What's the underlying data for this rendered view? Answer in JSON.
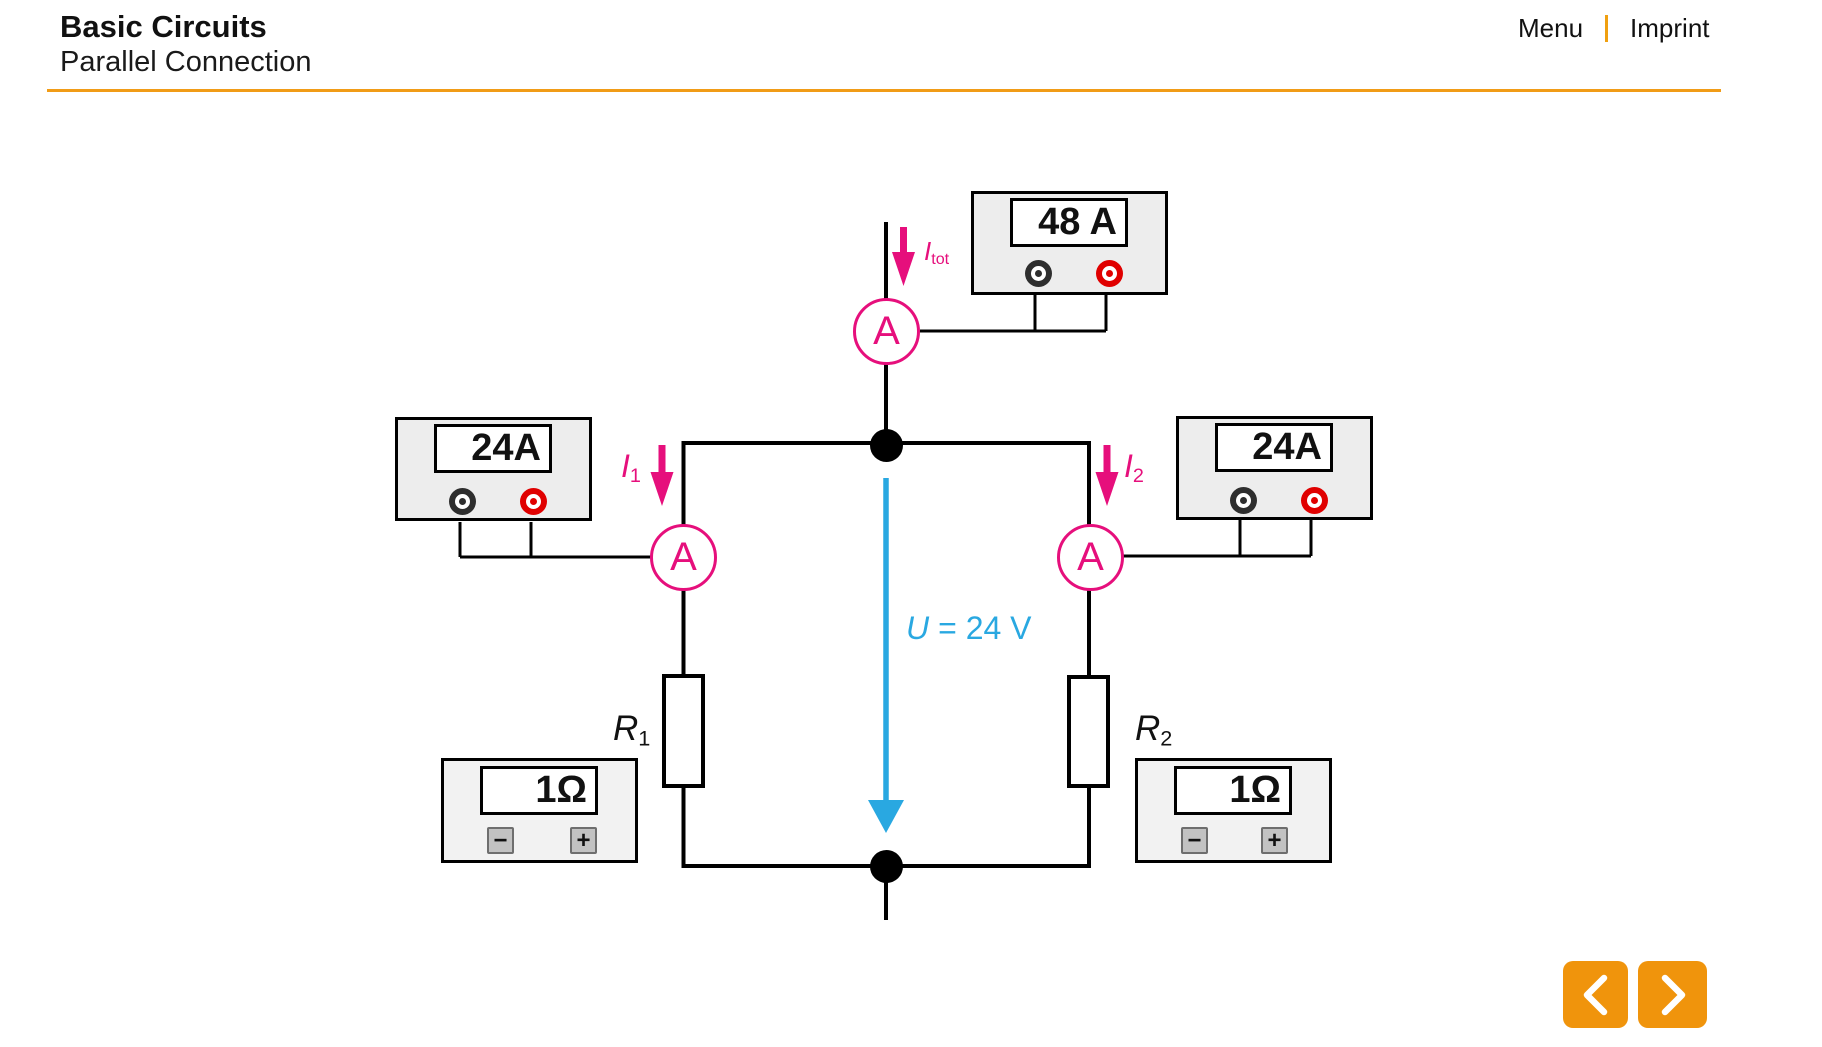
{
  "header": {
    "title": "Basic Circuits",
    "subtitle": "Parallel Connection",
    "menu_label": "Menu",
    "imprint_label": "Imprint"
  },
  "circuit": {
    "ammeter_symbol": "A",
    "meters": {
      "total": {
        "reading": "48 A"
      },
      "branch1": {
        "reading": "24A"
      },
      "branch2": {
        "reading": "24A"
      }
    },
    "currents": {
      "total": {
        "symbol": "I",
        "sub": "tot"
      },
      "branch1": {
        "symbol": "I",
        "sub": "1"
      },
      "branch2": {
        "symbol": "I",
        "sub": "2"
      }
    },
    "voltage_label": {
      "symbol": "U",
      "rest": "= 24 V"
    },
    "resistors": {
      "r1": {
        "symbol": "R",
        "sub": "1",
        "value": "1Ω"
      },
      "r2": {
        "symbol": "R",
        "sub": "2",
        "value": "1Ω"
      }
    },
    "controls": {
      "decrease": "−",
      "increase": "+"
    }
  },
  "nav": {
    "back_icon": "chevron-left",
    "next_icon": "chevron-right"
  },
  "colors": {
    "accent_orange": "#F0940C",
    "rule_orange": "#F19C17",
    "magenta": "#E60F7C",
    "blue": "#29A8E1",
    "wire": "#000000"
  }
}
